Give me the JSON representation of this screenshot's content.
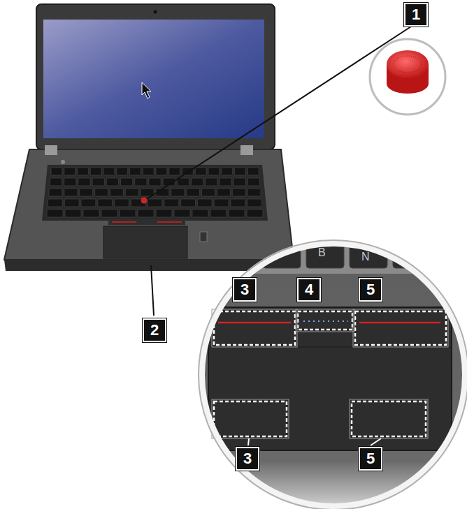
{
  "diagram": {
    "labels": [
      "1",
      "2",
      "B",
      "N",
      "3",
      "4",
      "5",
      "3",
      "5"
    ]
  }
}
